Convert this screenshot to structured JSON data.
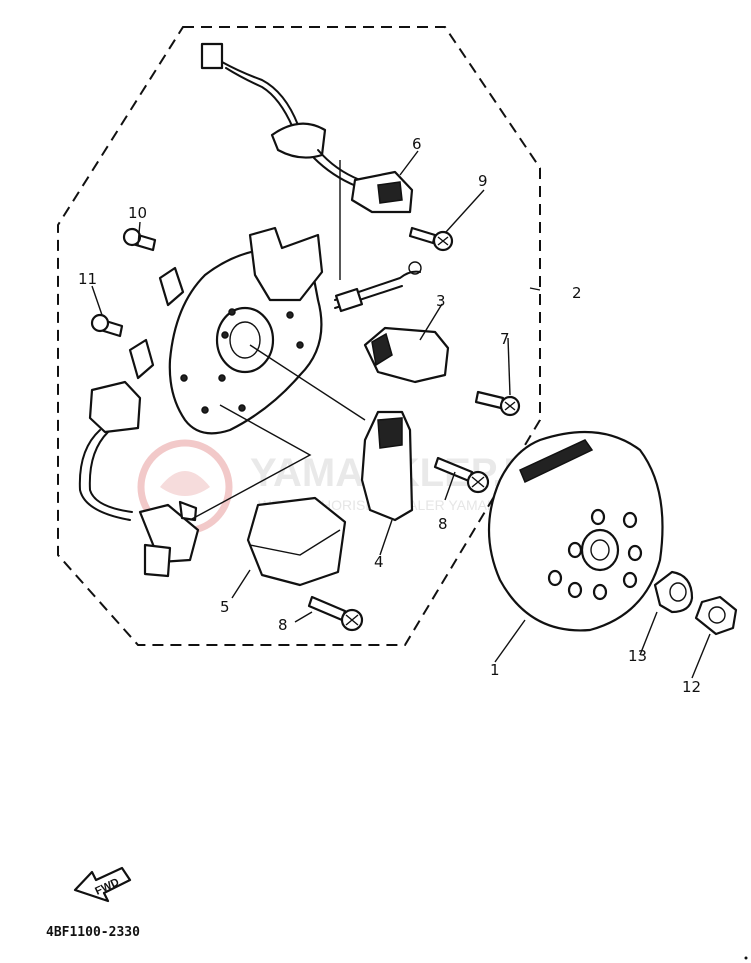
{
  "diagram": {
    "part_numbers": [
      {
        "id": "1",
        "label": "1"
      },
      {
        "id": "2",
        "label": "2"
      },
      {
        "id": "3",
        "label": "3"
      },
      {
        "id": "4",
        "label": "4"
      },
      {
        "id": "5",
        "label": "5"
      },
      {
        "id": "6",
        "label": "6"
      },
      {
        "id": "7",
        "label": "7"
      },
      {
        "id": "8a",
        "label": "8"
      },
      {
        "id": "8b",
        "label": "8"
      },
      {
        "id": "9",
        "label": "9"
      },
      {
        "id": "10",
        "label": "10"
      },
      {
        "id": "11",
        "label": "11"
      },
      {
        "id": "12",
        "label": "12"
      },
      {
        "id": "13",
        "label": "13"
      }
    ],
    "fwd_label": "FWD",
    "drawing_code": "4BF1100-2330"
  },
  "watermark": {
    "title": "YAMASKLEP.PL",
    "subtitle": "WEB AUTHORISED DEALER YAMAHA"
  },
  "colors": {
    "line": "#111111",
    "background": "#ffffff",
    "watermark": "#e9e9e9",
    "watermark_logo": "#f2c9c9"
  }
}
